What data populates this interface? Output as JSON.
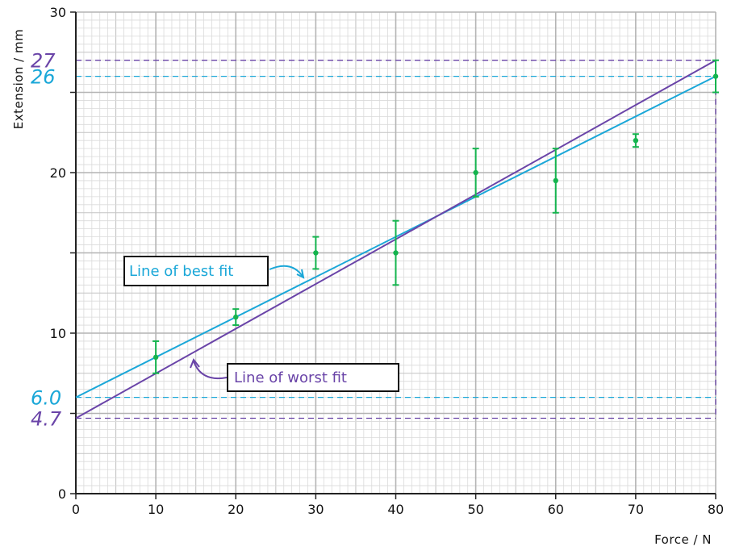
{
  "chart_data": {
    "type": "scatter",
    "xlabel": "Force / N",
    "ylabel": "Extension / mm",
    "xlim": [
      0,
      80
    ],
    "ylim": [
      0,
      30
    ],
    "x_ticks": [
      0,
      10,
      20,
      30,
      40,
      50,
      60,
      70,
      80
    ],
    "y_ticks": [
      0,
      10,
      20,
      30
    ],
    "grid": true,
    "points": [
      {
        "x": 10,
        "y": 8.5,
        "err_low": 7.5,
        "err_high": 9.5
      },
      {
        "x": 20,
        "y": 11.0,
        "err_low": 10.5,
        "err_high": 11.5
      },
      {
        "x": 30,
        "y": 15.0,
        "err_low": 14.0,
        "err_high": 16.0
      },
      {
        "x": 40,
        "y": 15.0,
        "err_low": 13.0,
        "err_high": 17.0
      },
      {
        "x": 50,
        "y": 20.0,
        "err_low": 18.5,
        "err_high": 21.5
      },
      {
        "x": 60,
        "y": 19.5,
        "err_low": 17.5,
        "err_high": 21.5
      },
      {
        "x": 70,
        "y": 22.0,
        "err_low": 21.6,
        "err_high": 22.4
      },
      {
        "x": 80,
        "y": 26.0,
        "err_low": 25.0,
        "err_high": 27.0
      }
    ],
    "lines": [
      {
        "name": "Line of best fit",
        "x0": 0,
        "y0": 6.0,
        "x1": 80,
        "y1": 26.0,
        "color": "#1aa7d8"
      },
      {
        "name": "Line of worst fit",
        "x0": 0,
        "y0": 4.7,
        "x1": 80,
        "y1": 27.0,
        "color": "#6a44a8"
      }
    ],
    "guides": [
      {
        "value": 27,
        "label": "27",
        "color": "#6a44a8"
      },
      {
        "value": 26,
        "label": "26",
        "color": "#1aa7d8"
      },
      {
        "value": 6.0,
        "label": "6.0",
        "color": "#1aa7d8"
      },
      {
        "value": 4.7,
        "label": "4.7",
        "color": "#6a44a8"
      }
    ],
    "point_color": "#14b44e"
  }
}
